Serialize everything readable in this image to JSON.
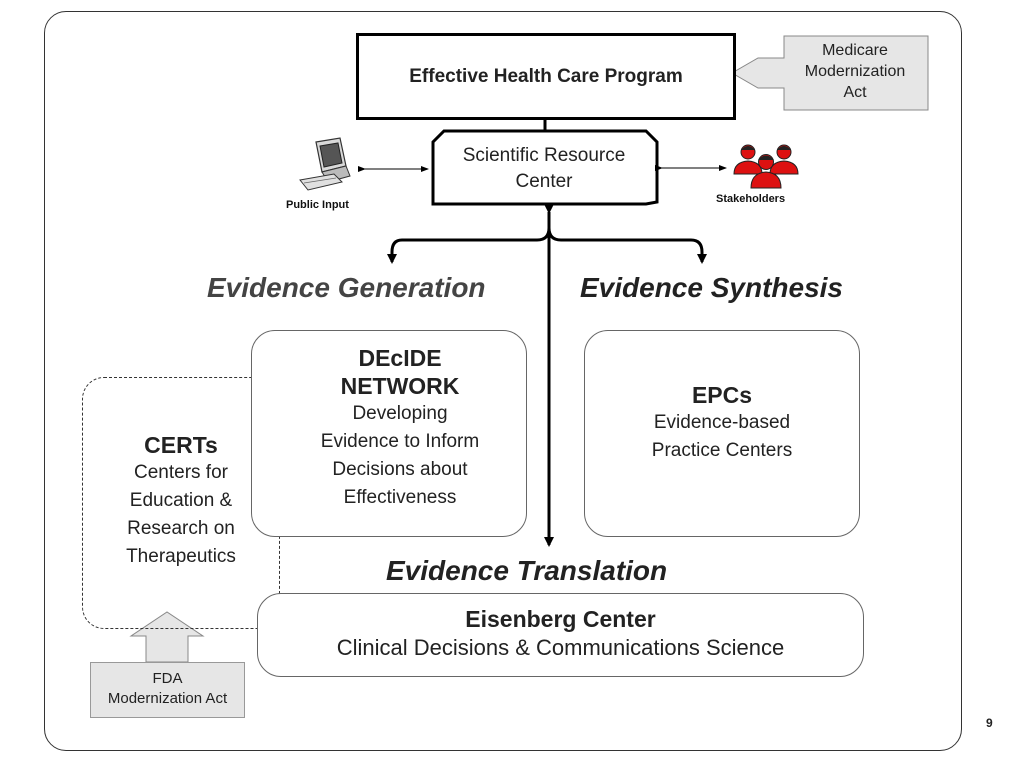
{
  "program": {
    "title": "Effective Health Care Program"
  },
  "medicare": {
    "line1": "Medicare",
    "line2": "Modernization",
    "line3": "Act"
  },
  "src": {
    "line1": "Scientific Resource",
    "line2": "Center"
  },
  "public_input": {
    "label": "Public Input"
  },
  "stakeholders": {
    "label": "Stakeholders"
  },
  "headings": {
    "generation": "Evidence Generation",
    "synthesis": "Evidence Synthesis",
    "translation": "Evidence Translation"
  },
  "decide": {
    "title1": "DEcIDE",
    "title2": "NETWORK",
    "lines": [
      "Developing",
      "Evidence to Inform",
      "Decisions about",
      "Effectiveness"
    ]
  },
  "epcs": {
    "title": "EPCs",
    "lines": [
      "Evidence-based",
      "Practice Centers"
    ]
  },
  "certs": {
    "title": "CERTs",
    "lines": [
      "Centers for",
      "Education &",
      "Research on",
      "Therapeutics"
    ]
  },
  "eisenberg": {
    "title": "Eisenberg Center",
    "subtitle": "Clinical Decisions & Communications Science"
  },
  "fda": {
    "line1": "FDA",
    "line2": "Modernization Act"
  },
  "page_number": "9",
  "colors": {
    "stakeholder_red": "#dd1111",
    "stakeholder_hair": "#222222",
    "arrow_box_fill": "#e6e6e6"
  }
}
